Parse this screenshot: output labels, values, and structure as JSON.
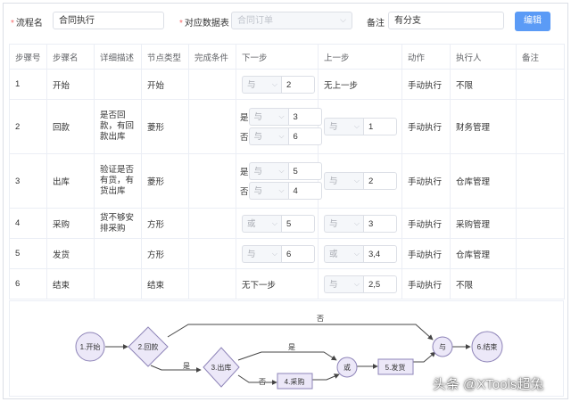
{
  "form": {
    "process_name_label": "流程名",
    "process_name_value": "合同执行",
    "data_table_label": "对应数据表",
    "data_table_value": "合同订单",
    "remark_label": "备注",
    "remark_value": "有分支",
    "edit_label": "编辑"
  },
  "table": {
    "headers": [
      "步骤号",
      "步骤名",
      "详细描述",
      "节点类型",
      "完成条件",
      "下一步",
      "上一步",
      "动作",
      "执行人",
      "备注"
    ],
    "yes_label": "是",
    "no_label": "否",
    "rows": [
      {
        "no": "1",
        "name": "开始",
        "desc": "",
        "type": "开始",
        "next_sel": "与",
        "next_val": "2",
        "prev_text": "无上一步",
        "action": "手动执行",
        "executor": "不限"
      },
      {
        "no": "2",
        "name": "回款",
        "desc": "是否回款，有回款出库",
        "type": "菱形",
        "next_yes_sel": "与",
        "next_yes_val": "3",
        "next_no_sel": "与",
        "next_no_val": "6",
        "prev_sel": "与",
        "prev_val": "1",
        "action": "手动执行",
        "executor": "财务管理"
      },
      {
        "no": "3",
        "name": "出库",
        "desc": "验证是否有货，有货出库",
        "type": "菱形",
        "next_yes_sel": "与",
        "next_yes_val": "5",
        "next_no_sel": "与",
        "next_no_val": "4",
        "prev_sel": "与",
        "prev_val": "2",
        "action": "手动执行",
        "executor": "仓库管理"
      },
      {
        "no": "4",
        "name": "采购",
        "desc": "货不够安排采购",
        "type": "方形",
        "next_sel": "或",
        "next_val": "5",
        "prev_sel": "与",
        "prev_val": "3",
        "action": "手动执行",
        "executor": "采购管理"
      },
      {
        "no": "5",
        "name": "发货",
        "desc": "",
        "type": "方形",
        "next_sel": "与",
        "next_val": "6",
        "prev_sel": "或",
        "prev_val": "3,4",
        "action": "手动执行",
        "executor": "仓库管理"
      },
      {
        "no": "6",
        "name": "结束",
        "desc": "",
        "type": "结束",
        "next_text": "无下一步",
        "prev_sel": "与",
        "prev_val": "2,5",
        "action": "手动执行",
        "executor": "不限"
      }
    ]
  },
  "diagram": {
    "n_start": "1.开始",
    "n_payment": "2.回款",
    "n_outbound": "3.出库",
    "n_purchase": "4.采购",
    "n_or": "或",
    "n_ship": "5.发货",
    "n_and": "与",
    "n_end": "6.结束",
    "lbl_yes_pay": "是",
    "lbl_no_pay": "否",
    "lbl_yes_out": "是",
    "lbl_no_out": "否",
    "node_fill": "#ece8f8",
    "node_stroke": "#8e84b8"
  },
  "watermark": "头条 @XTools超兔"
}
